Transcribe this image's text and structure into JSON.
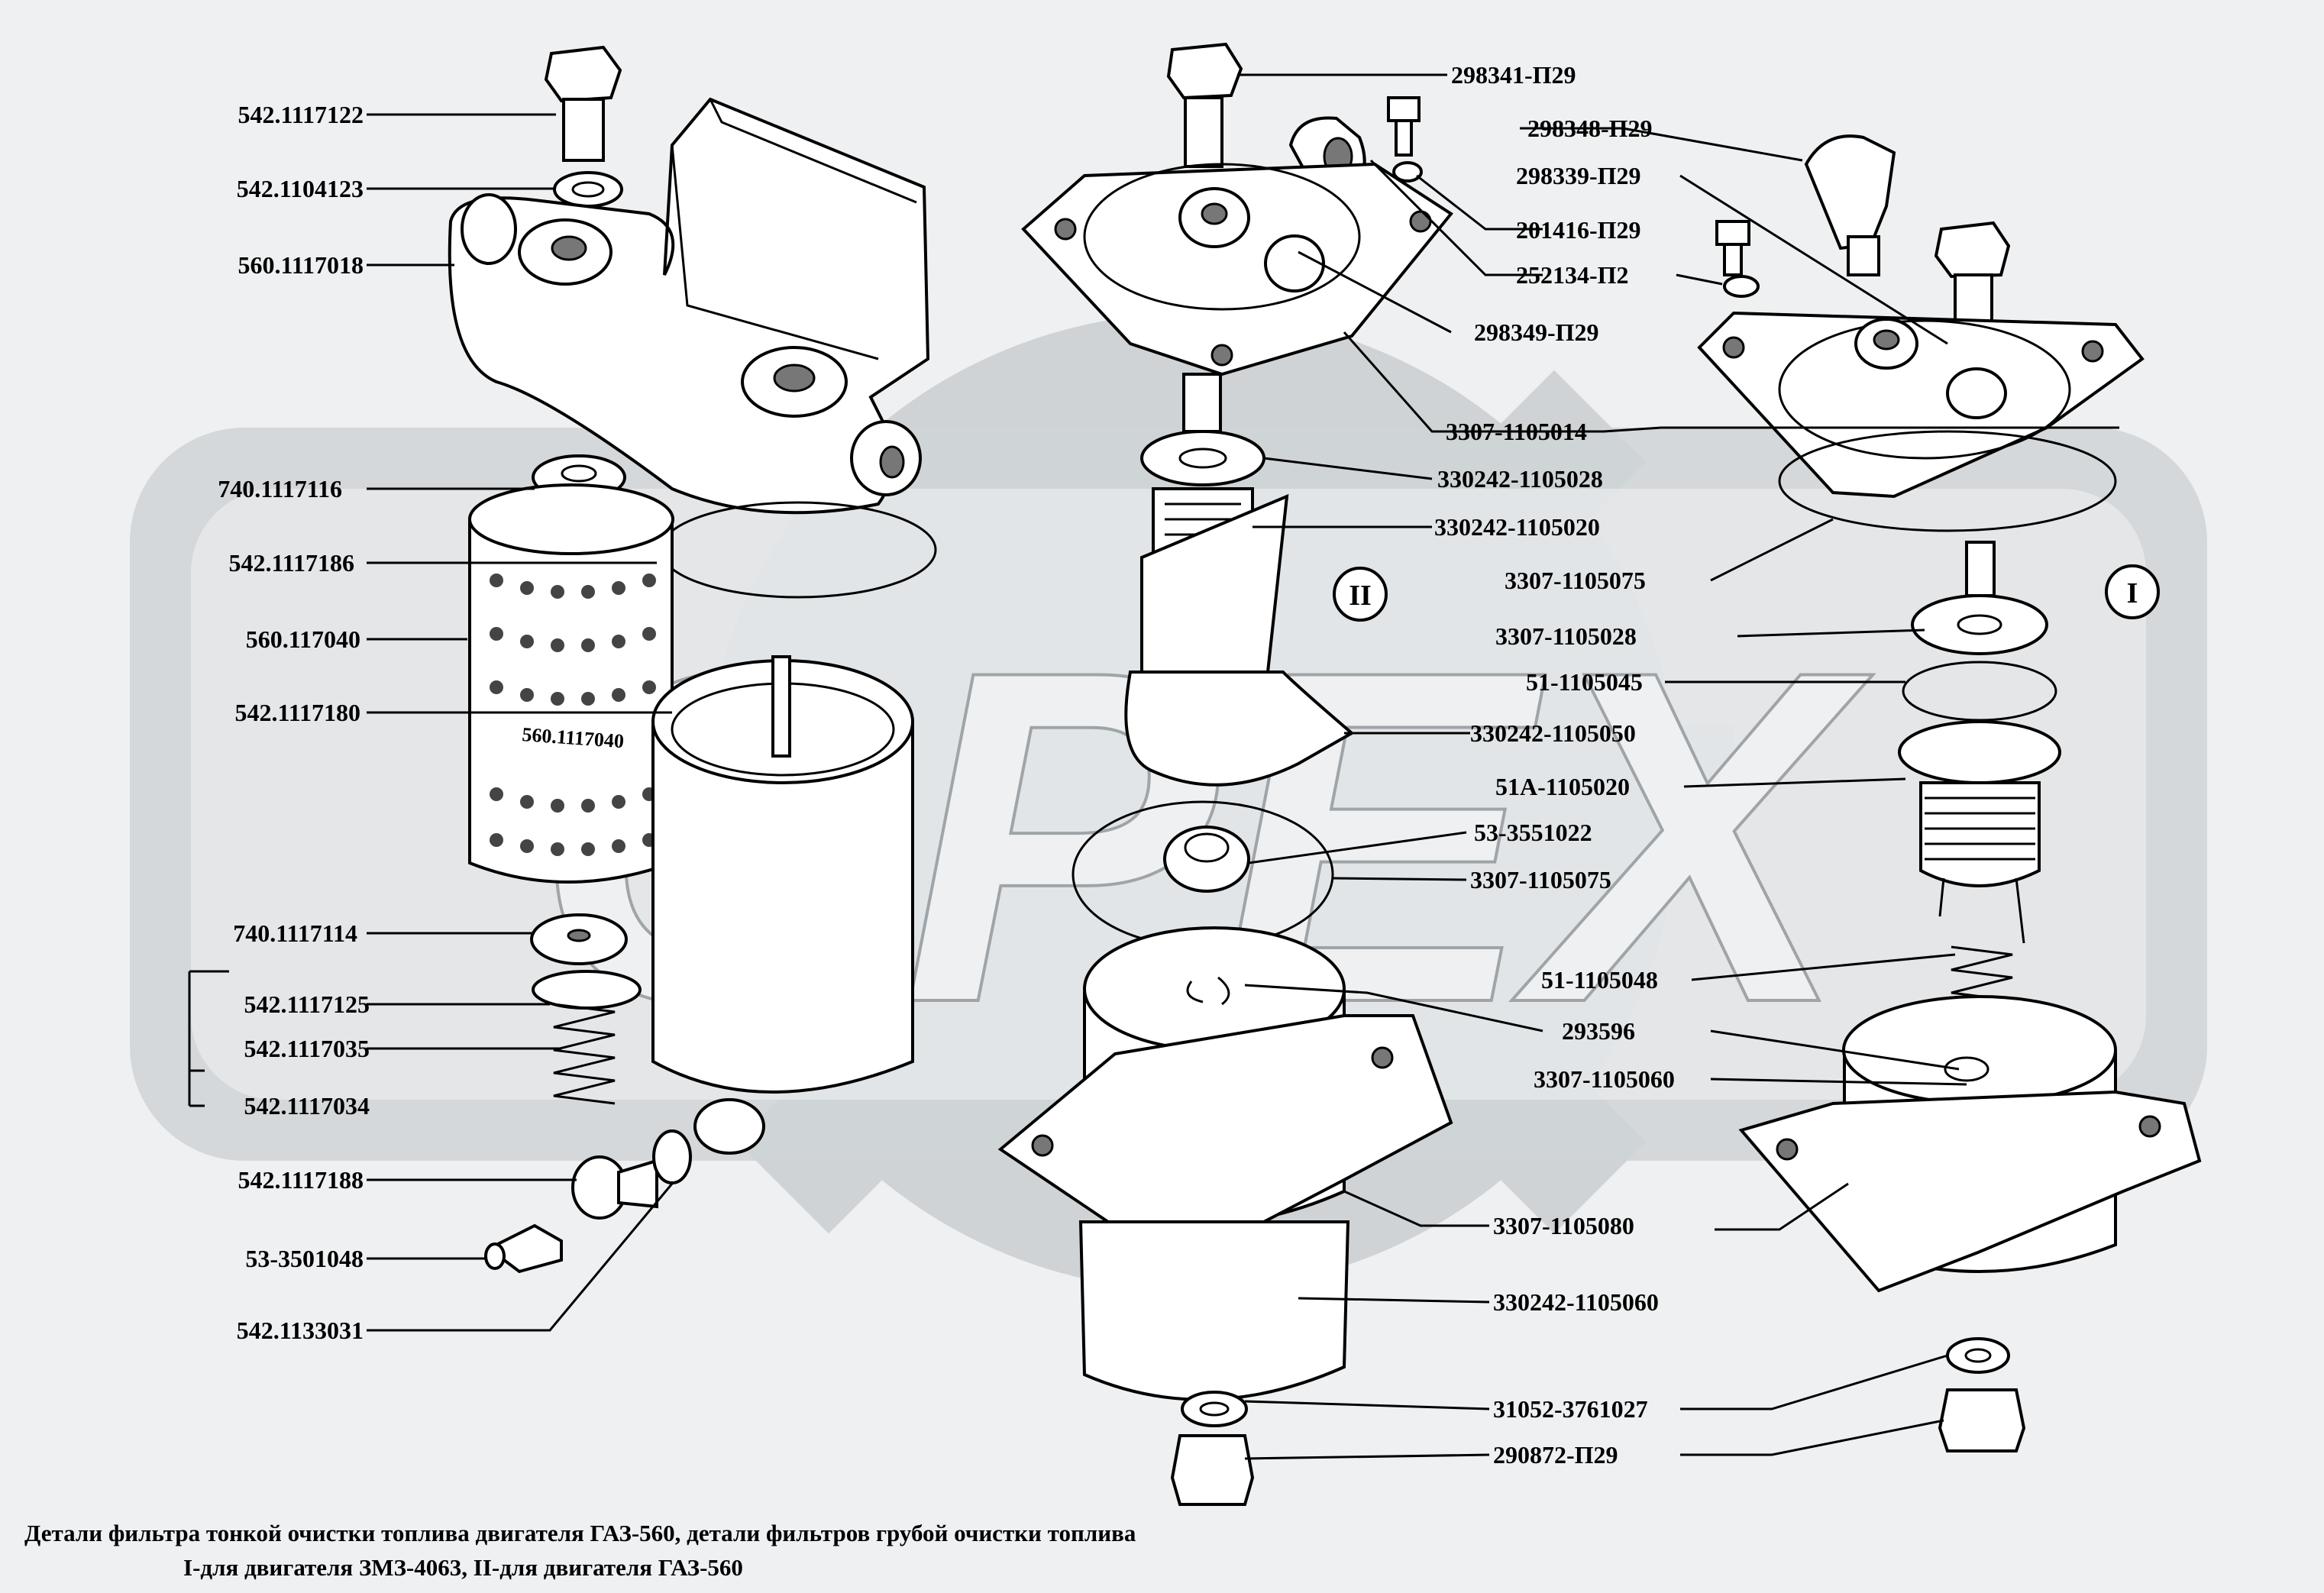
{
  "watermark": {
    "brand": "OPEX"
  },
  "group_markers": {
    "left": "II",
    "right": "I"
  },
  "labels": {
    "l1": "542.1117122",
    "l2": "542.1104123",
    "l3": "560.1117018",
    "l4": "740.1117116",
    "l5": "542.1117186",
    "l6": "560.117040",
    "l7": "542.1117180",
    "l8": "740.1117114",
    "l9": "542.1117125",
    "l10": "542.1117035",
    "l11": "542.1117034",
    "l12": "542.1117188",
    "l13": "53-3501048",
    "l14": "542.1133031",
    "r1": "298341-П29",
    "r2": "298348-П29",
    "r3": "298339-П29",
    "r4": "201416-П29",
    "r5": "252134-П2",
    "r6": "298349-П29",
    "r7": "3307-1105014",
    "r8": "330242-1105028",
    "r9": "330242-1105020",
    "r10": "3307-1105075",
    "r11": "3307-1105028",
    "r12": "51-1105045",
    "r13": "330242-1105050",
    "r14": "51А-1105020",
    "r15": "53-3551022",
    "r16": "3307-1105075",
    "r17": "51-1105048",
    "r18": "293596",
    "r19": "3307-1105060",
    "r20": "3307-1105080",
    "r21": "330242-1105060",
    "r22": "31052-3761027",
    "r23": "290872-П29"
  },
  "part_marking": "560.1117040",
  "caption": {
    "line1": "Детали фильтра тонкой очистки топлива двигателя ГАЗ-560, детали фильтров грубой очистки топлива",
    "line2": "I-для двигателя ЗМЗ-4063, II-для двигателя ГАЗ-560"
  }
}
